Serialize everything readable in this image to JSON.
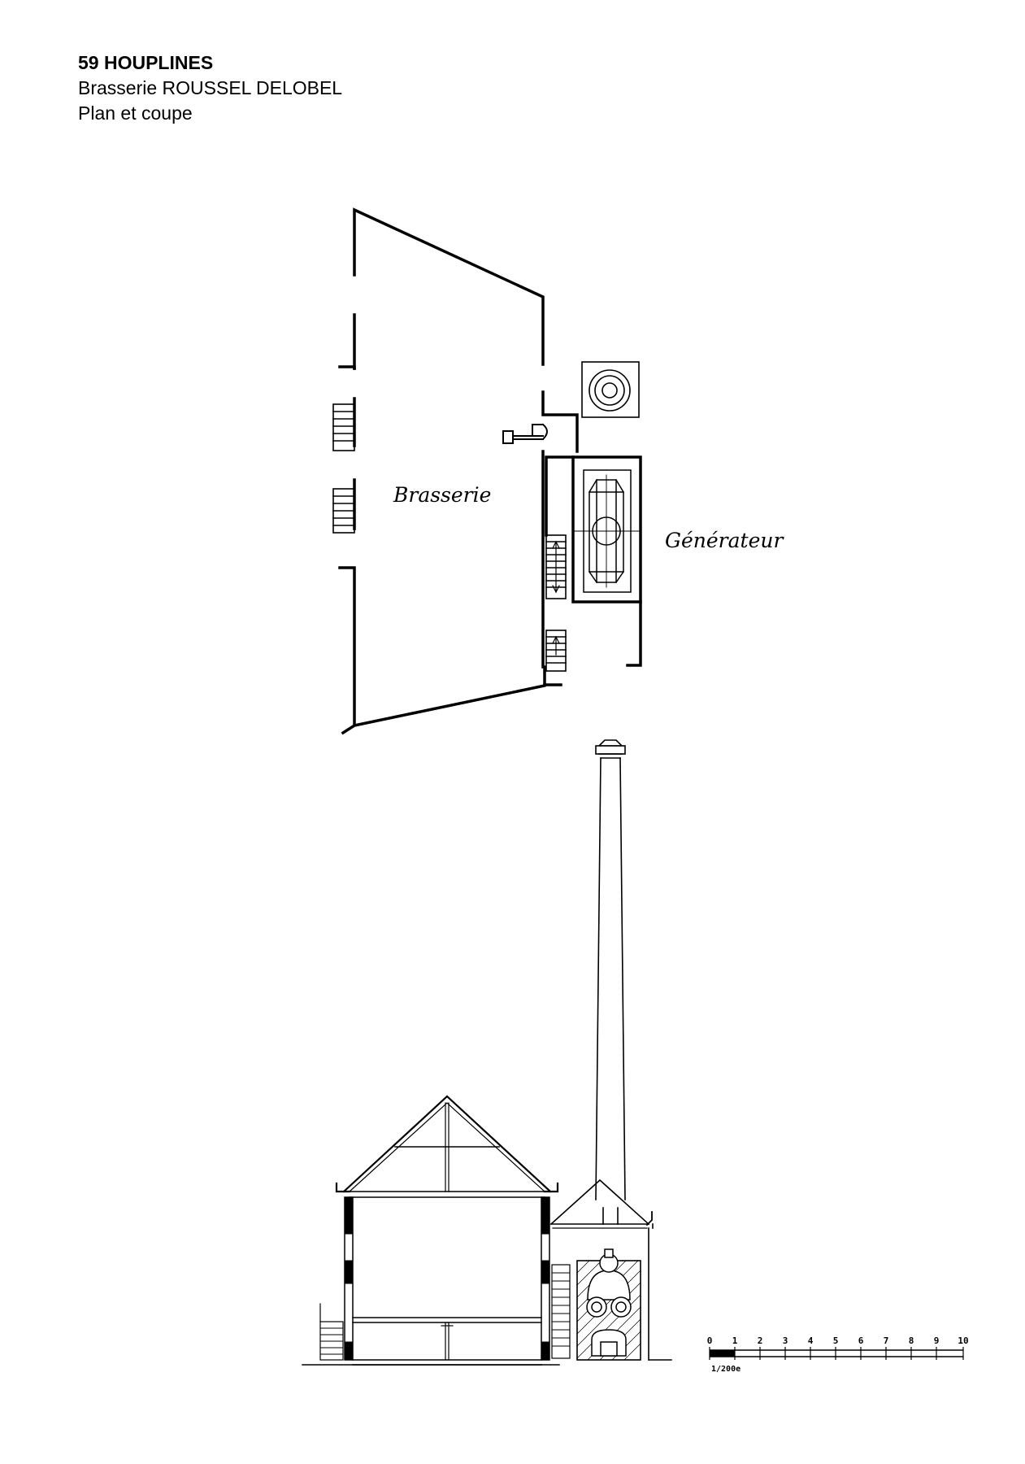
{
  "header": {
    "title": "59 HOUPLINES",
    "subtitle": "Brasserie ROUSSEL DELOBEL",
    "caption": "Plan et coupe"
  },
  "plan": {
    "label_brewery": "Brasserie",
    "label_generator": "Générateur"
  },
  "scale": {
    "ticks": [
      "0",
      "1",
      "2",
      "3",
      "4",
      "5",
      "6",
      "7",
      "8",
      "9",
      "10"
    ],
    "ratio": "1/200e"
  }
}
